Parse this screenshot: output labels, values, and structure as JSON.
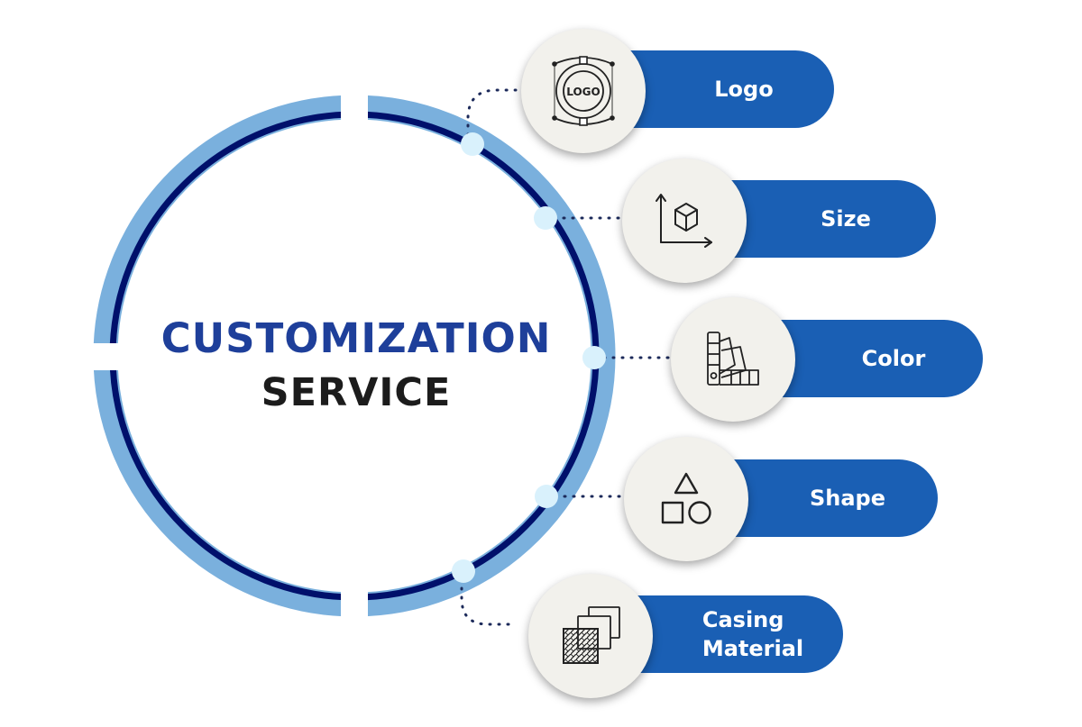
{
  "diagram": {
    "title_line1": "CUSTOMIZATION",
    "title_line2": "SERVICE",
    "items": [
      {
        "label": "Logo",
        "icon": "logo-design-icon",
        "icon_text": "LOGO"
      },
      {
        "label": "Size",
        "icon": "size-dimension-icon"
      },
      {
        "label": "Color",
        "icon": "color-palette-icon"
      },
      {
        "label": "Shape",
        "icon": "shapes-icon"
      },
      {
        "label": "Casing\nMaterial",
        "icon": "material-texture-icon"
      }
    ]
  },
  "colors": {
    "outer_ring": "#7ab0dd",
    "inner_ring": "#00106b",
    "node": "#d9f1fc",
    "pill": "#1a5fb4",
    "title_primary": "#1e3f9a",
    "title_secondary": "#1c1c1c",
    "badge_bg": "#f2f1ec",
    "connector": "#1c2a5a"
  }
}
